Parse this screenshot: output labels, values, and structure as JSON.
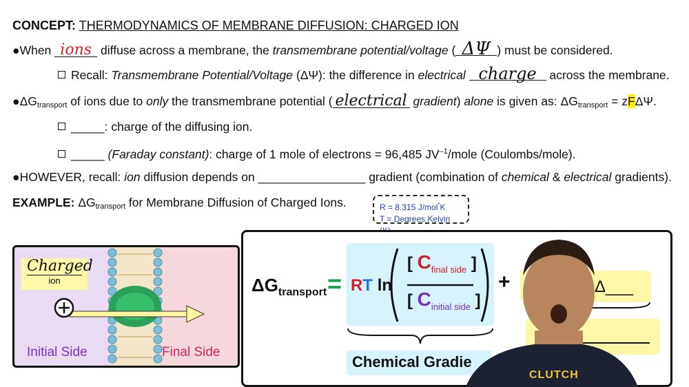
{
  "title": {
    "bold": "CONCEPT:",
    "text": "THERMODYNAMICS OF MEMBRANE DIFFUSION: CHARGED ION"
  },
  "line1": {
    "bullet": "●",
    "pre": "When",
    "blank": "ions",
    "mid": "diffuse across a membrane, the",
    "em": "transmembrane potential/voltage",
    "open": "(",
    "blank2": "ΔΨ",
    "post": ") must be considered."
  },
  "line2": {
    "pre": "Recall:",
    "em": "Transmembrane Potential/Voltage",
    "mid": "(ΔΨ): the difference in",
    "em2": "electrical",
    "blank": "charge",
    "post": "across the membrane."
  },
  "line3": {
    "bullet": "●",
    "pre": "ΔG",
    "sub": "transport",
    "mid": "of ions due to",
    "em": "only",
    "mid2": "the transmembrane potential (",
    "blank": "electrical",
    "em2": "gradient",
    "mid3": ")",
    "em3": "alone",
    "mid4": "is given as: ΔG",
    "sub2": "transport",
    "eq": "= z",
    "hl": "F",
    "tail": "ΔΨ."
  },
  "line4": {
    "blank": "_____",
    "text": ": charge of the diffusing ion."
  },
  "line5": {
    "blank": "_____",
    "em": "(Faraday constant)",
    "text": ": charge of 1 mole of electrons = 96,485 JV",
    "sup": "–1",
    "text2": "/mole (Coulombs/mole)."
  },
  "line6": {
    "bullet": "●",
    "pre": "HOWEVER, recall:",
    "em": "ion",
    "mid": "diffusion depends on",
    "blank": "________________",
    "mid2": "gradient (combination of",
    "em2": "chemical",
    "amp": "&",
    "em3": "electrical",
    "post": "gradients)."
  },
  "example": {
    "bold": "EXAMPLE:",
    "pre": "ΔG",
    "sub": "transport",
    "post": "for Membrane Diffusion of Charged Ions."
  },
  "note": {
    "r": "R = 8.315 J/mol",
    "r_sup": "*",
    "r_unit": "K",
    "t": "T = Degrees Kelvin (K)"
  },
  "panel": {
    "charged": "Charged",
    "ion": "ion",
    "plus": "+",
    "initial": "Initial Side",
    "final": "Final Side"
  },
  "equation": {
    "lhs": "ΔG",
    "lhs_sub": "transport",
    "equals": "=",
    "rt_r": "R",
    "rt_t": "T",
    "ln": "ln",
    "num_c": "C",
    "num_sub": "final side",
    "den_c": "C",
    "den_sub": "initial side",
    "lbr": "[",
    "rbr": "]",
    "plus": "+",
    "delta_part": "Δ___",
    "chem_label": "Chemical Gradie"
  },
  "shirt": {
    "brand": "CLUTCH"
  },
  "colors": {
    "red": "#d4202a",
    "blue": "#2b6fd6",
    "green": "#1aa34a",
    "purple": "#7a2fc0",
    "pink": "#d0245a",
    "cyan": "#d6f3fb",
    "yellow": "#fdf7a8"
  }
}
